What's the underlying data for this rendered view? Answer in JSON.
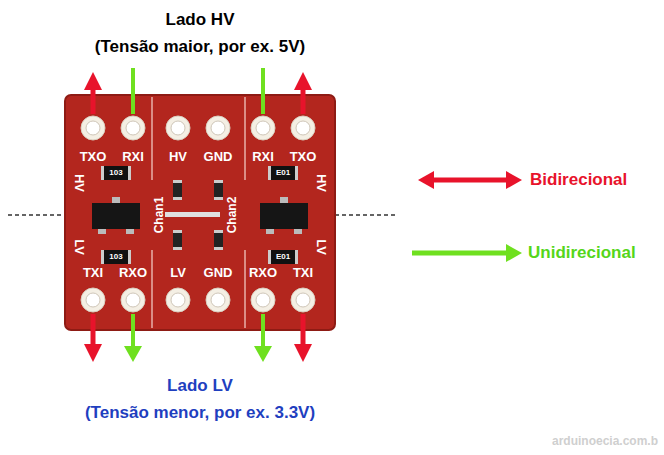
{
  "diagram": {
    "labels": [
      "Lado HV",
      "(Tensão maior, por ex. 5V)",
      "TXO",
      "RXI",
      "HV",
      "GND",
      "RXI",
      "TXO",
      "HV",
      "103",
      "Chan1",
      "Chan2",
      "E01",
      "HV",
      "LV",
      "103",
      "E01",
      "LV",
      "TXI",
      "RXO",
      "LV",
      "GND",
      "RXO",
      "TXI",
      "Lado LV",
      "(Tensão menor, por ex. 3.3V)",
      "arduinoecia.com.b"
    ],
    "legend": [
      {
        "text": "Bidirecional"
      },
      {
        "text": "Unidirecional"
      }
    ]
  }
}
